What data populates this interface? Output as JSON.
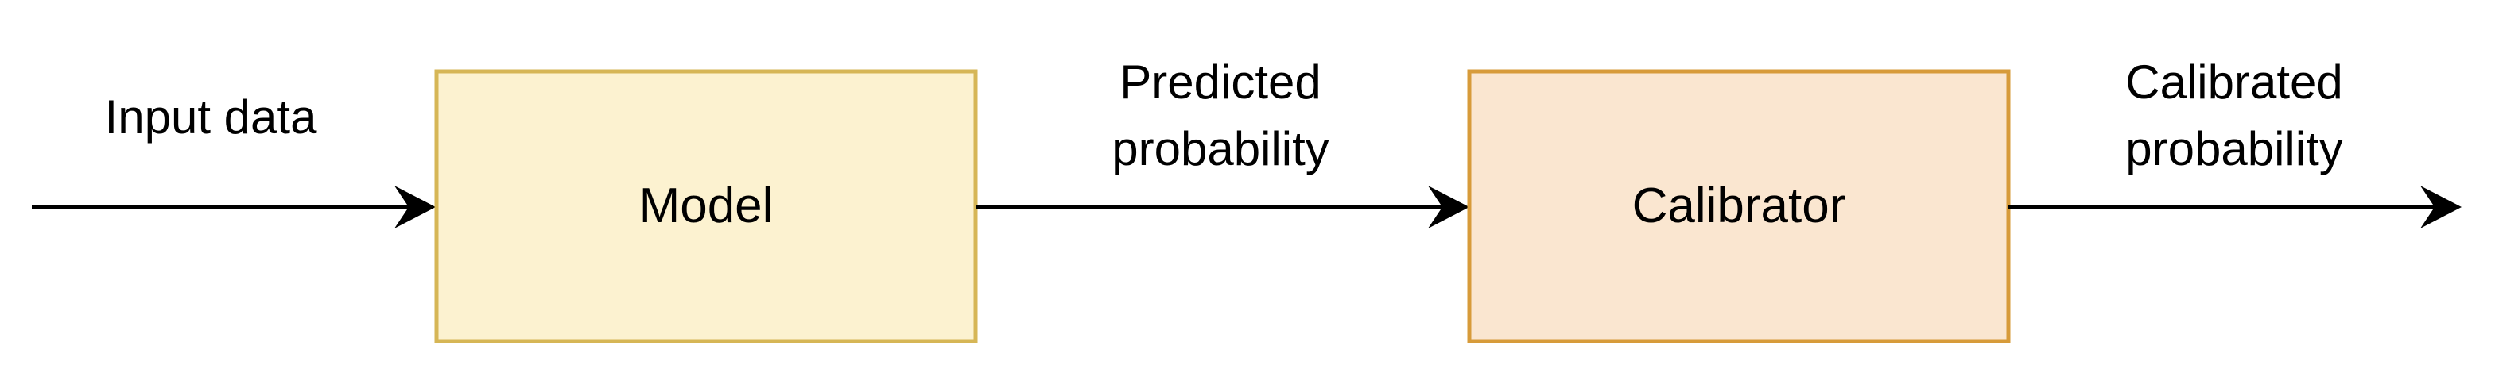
{
  "nodes": {
    "model": {
      "label": "Model",
      "fill": "#fcf2d0",
      "stroke": "#d6b656"
    },
    "calibrator": {
      "label": "Calibrator",
      "fill": "#fae6d0",
      "stroke": "#d79b3a"
    }
  },
  "edges": {
    "input": {
      "label": "Input data"
    },
    "predicted": {
      "line1": "Predicted",
      "line2": "probability"
    },
    "calibrated": {
      "line1": "Calibrated",
      "line2": "probability"
    }
  },
  "colors": {
    "arrow": "#000000"
  }
}
